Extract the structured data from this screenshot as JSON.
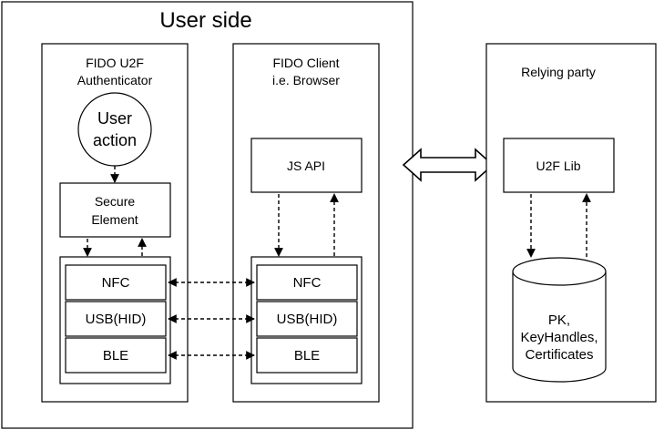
{
  "user_side": {
    "title": "User side",
    "authenticator": {
      "title_line1": "FIDO U2F",
      "title_line2": "Authenticator",
      "user_action_line1": "User",
      "user_action_line2": "action",
      "secure_element_line1": "Secure",
      "secure_element_line2": "Element",
      "transports": [
        "NFC",
        "USB(HID)",
        "BLE"
      ]
    },
    "client": {
      "title_line1": "FIDO Client",
      "title_line2": "i.e. Browser",
      "js_api": "JS API",
      "transports": [
        "NFC",
        "USB(HID)",
        "BLE"
      ]
    }
  },
  "relying_party": {
    "title": "Relying party",
    "lib": "U2F Lib",
    "db_line1": "PK,",
    "db_line2": "KeyHandles,",
    "db_line3": "Certificates"
  }
}
